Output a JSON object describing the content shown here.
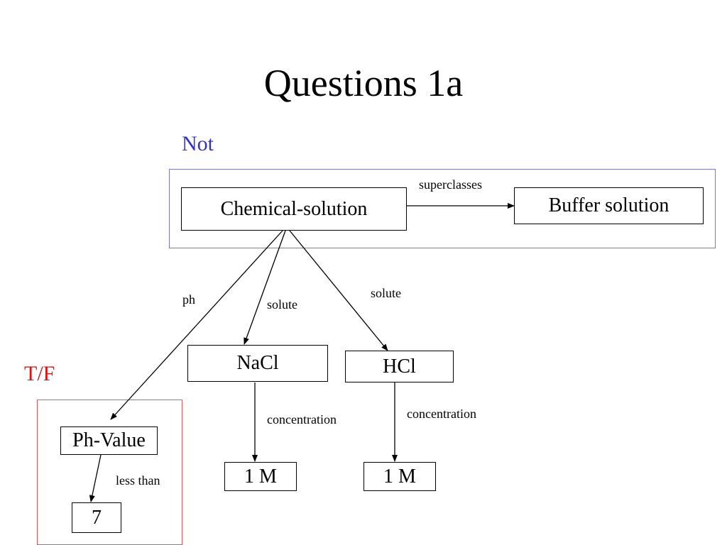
{
  "title": "Questions 1a",
  "groups": {
    "not": {
      "label": "Not",
      "color": "#3333cc",
      "border_color": "#7777dd"
    },
    "tf": {
      "label": "T/F",
      "color": "#dd1111",
      "border_color": "#ee5555"
    }
  },
  "nodes": {
    "chemical_solution": "Chemical-solution",
    "buffer_solution": "Buffer solution",
    "nacl": "NaCl",
    "hcl": "HCl",
    "nacl_conc_value": "1 M",
    "hcl_conc_value": "1 M",
    "ph_value": "Ph-Value",
    "seven": "7"
  },
  "edges": {
    "superclasses": "superclasses",
    "ph": "ph",
    "solute_nacl": "solute",
    "solute_hcl": "solute",
    "concentration_nacl": "concentration",
    "concentration_hcl": "concentration",
    "less_than": "less than"
  }
}
